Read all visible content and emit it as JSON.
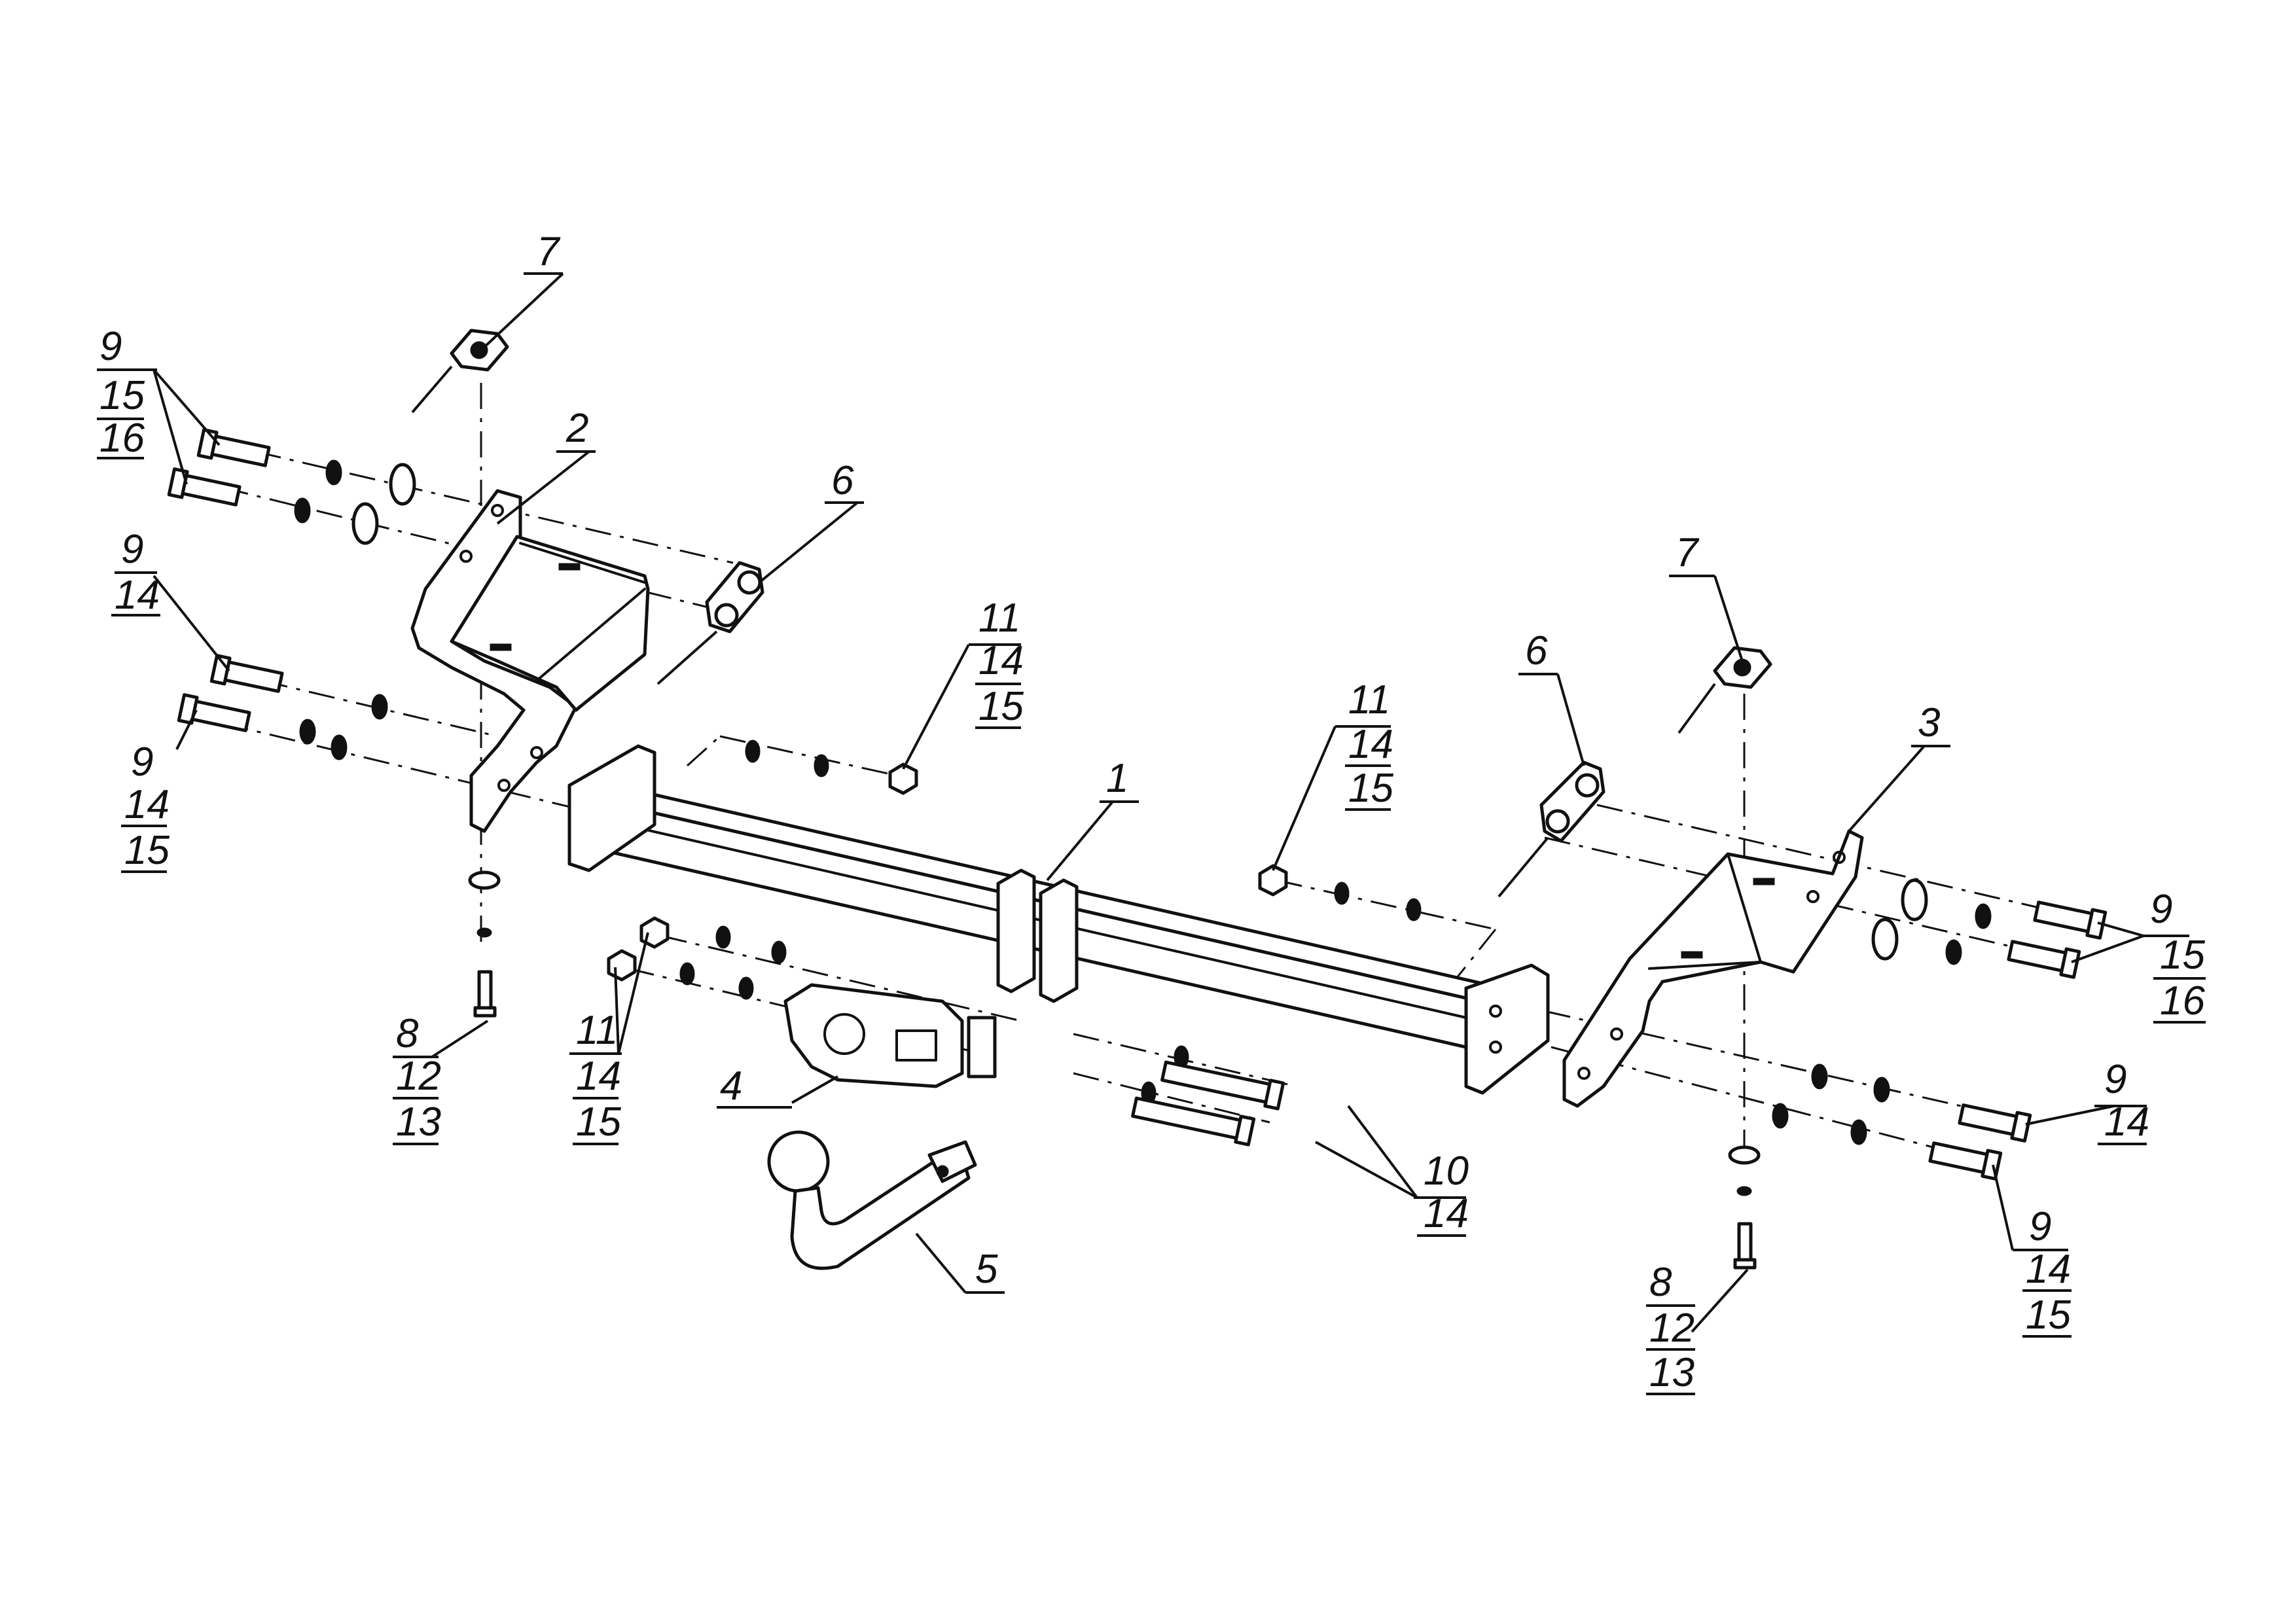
{
  "callouts": [
    {
      "id": "c7-left",
      "lines": [
        "7"
      ]
    },
    {
      "id": "c2",
      "lines": [
        "2"
      ]
    },
    {
      "id": "c6-left",
      "lines": [
        "6"
      ]
    },
    {
      "id": "c9-15-16-left",
      "lines": [
        "9",
        "15",
        "16"
      ]
    },
    {
      "id": "c9-14-left",
      "lines": [
        "9",
        "14"
      ]
    },
    {
      "id": "c9-14-15-left",
      "lines": [
        "9",
        "14",
        "15"
      ]
    },
    {
      "id": "c11-mid-left",
      "lines": [
        "11",
        "14",
        "15"
      ]
    },
    {
      "id": "c11-mid-right",
      "lines": [
        "11",
        "14",
        "15"
      ]
    },
    {
      "id": "c1",
      "lines": [
        "1"
      ]
    },
    {
      "id": "c7-right",
      "lines": [
        "7"
      ]
    },
    {
      "id": "c6-right",
      "lines": [
        "6"
      ]
    },
    {
      "id": "c3",
      "lines": [
        "3"
      ]
    },
    {
      "id": "c9-15-16-right",
      "lines": [
        "9",
        "15",
        "16"
      ]
    },
    {
      "id": "c9-14-right",
      "lines": [
        "9",
        "14"
      ]
    },
    {
      "id": "c9-14-15-right",
      "lines": [
        "9",
        "14",
        "15"
      ]
    },
    {
      "id": "c8-left",
      "lines": [
        "8",
        "12",
        "13"
      ]
    },
    {
      "id": "c11-bottom",
      "lines": [
        "11",
        "14",
        "15"
      ]
    },
    {
      "id": "c4",
      "lines": [
        "4"
      ]
    },
    {
      "id": "c5",
      "lines": [
        "5"
      ]
    },
    {
      "id": "c10",
      "lines": [
        "10",
        "14"
      ]
    },
    {
      "id": "c8-right",
      "lines": [
        "8",
        "12",
        "13"
      ]
    }
  ]
}
